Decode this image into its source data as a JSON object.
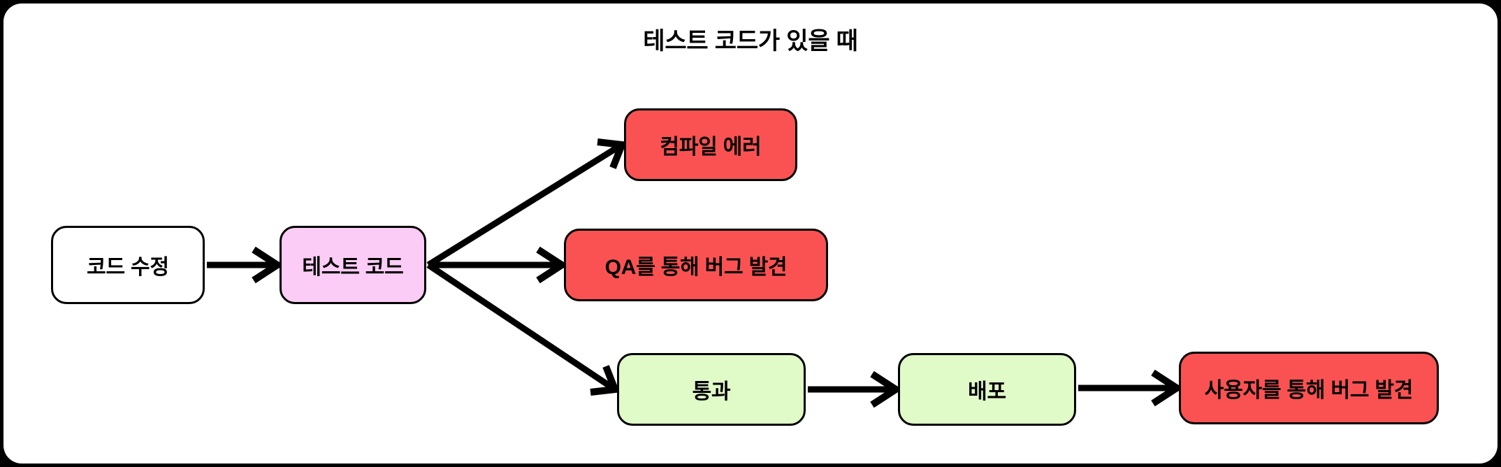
{
  "diagram": {
    "title": "테스트 코드가 있을 때",
    "type": "flowchart",
    "background_color": "#000000",
    "canvas_color": "#ffffff",
    "nodes": [
      {
        "id": "code-fix",
        "label": "코드 수정",
        "fill": "#ffffff",
        "stroke": "#000000",
        "shape": "rounded-rect"
      },
      {
        "id": "test-code",
        "label": "테스트 코드",
        "fill": "#fbccf5",
        "stroke": "#000000",
        "shape": "rounded-rect"
      },
      {
        "id": "compile-error",
        "label": "컴파일 에러",
        "fill": "#fa5252",
        "stroke": "#000000",
        "shape": "rounded-rect"
      },
      {
        "id": "qa-bug",
        "label": "QA를 통해 버그 발견",
        "fill": "#fa5252",
        "stroke": "#000000",
        "shape": "rounded-rect"
      },
      {
        "id": "pass",
        "label": "통과",
        "fill": "#e0fac8",
        "stroke": "#000000",
        "shape": "rounded-rect"
      },
      {
        "id": "deploy",
        "label": "배포",
        "fill": "#e0fac8",
        "stroke": "#000000",
        "shape": "rounded-rect"
      },
      {
        "id": "user-bug",
        "label": "사용자를 통해 버그 발견",
        "fill": "#fa5252",
        "stroke": "#000000",
        "shape": "rounded-rect"
      }
    ],
    "edges": [
      {
        "from": "code-fix",
        "to": "test-code",
        "label": ""
      },
      {
        "from": "test-code",
        "to": "compile-error",
        "label": ""
      },
      {
        "from": "test-code",
        "to": "qa-bug",
        "label": ""
      },
      {
        "from": "test-code",
        "to": "pass",
        "label": ""
      },
      {
        "from": "pass",
        "to": "deploy",
        "label": ""
      },
      {
        "from": "deploy",
        "to": "user-bug",
        "label": ""
      }
    ],
    "edge_color": "#000000"
  }
}
